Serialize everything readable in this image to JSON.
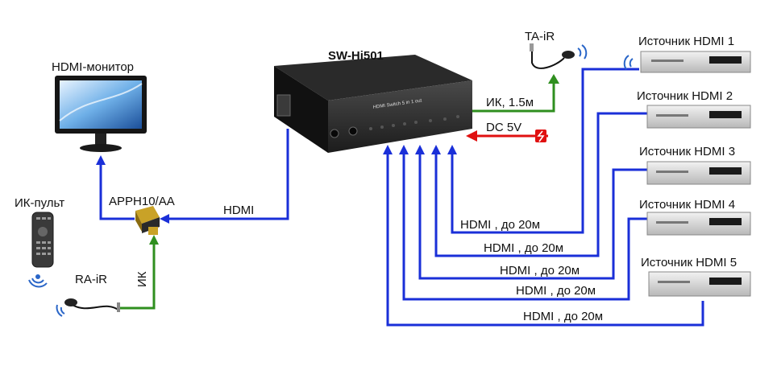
{
  "title": "SW-Hi501",
  "device_front_text": "HDMI Switch 5 in 1 out",
  "monitor": {
    "label": "HDMI-монитор"
  },
  "adapter": {
    "label": "APPH10/AA"
  },
  "remote": {
    "label": "ИК-пульт"
  },
  "ra_ir": {
    "label": "RA-iR"
  },
  "ta_ir": {
    "label": "TA-iR"
  },
  "links": {
    "hdmi_out": "HDMI",
    "ir_vertical": "ИК",
    "ir_top": "ИК, 1.5м",
    "dc": "DC 5V",
    "hdmi_in": [
      "HDMI , до 20м",
      "HDMI , до 20м",
      "HDMI , до 20м",
      "HDMI , до 20м",
      "HDMI , до 20м"
    ]
  },
  "sources": [
    {
      "label": "Источник HDMI 1"
    },
    {
      "label": "Источник HDMI 2"
    },
    {
      "label": "Источник HDMI 3"
    },
    {
      "label": "Источник HDMI 4"
    },
    {
      "label": "Источник HDMI 5"
    }
  ],
  "colors": {
    "blue": "#1a2fd8",
    "green": "#2f8f1f",
    "red": "#e01010"
  }
}
